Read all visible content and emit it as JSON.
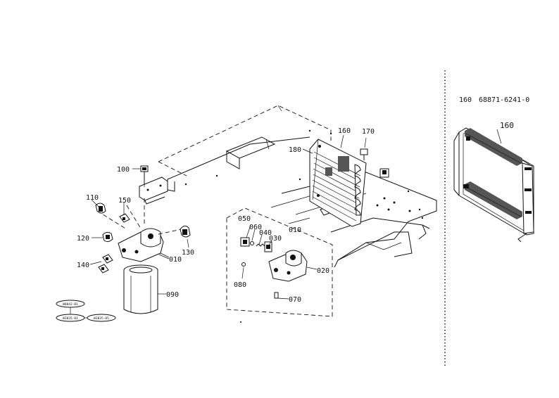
{
  "header": {
    "part_number_label": "160",
    "part_number": "68871-6241-0"
  },
  "callouts": {
    "c010_left": "010",
    "c010_main": "010",
    "c020": "020",
    "c030": "030",
    "c040": "040",
    "c050": "050",
    "c060": "060",
    "c070": "070",
    "c080": "080",
    "c090": "090",
    "c100": "100",
    "c110": "110",
    "c120": "120",
    "c130": "130",
    "c140": "140",
    "c150": "150",
    "c160_main": "160",
    "c160_detail": "160",
    "c170": "170",
    "c180": "180"
  },
  "serial_badges": [
    {
      "text": "W0042-01"
    },
    {
      "text": "W3035-01"
    },
    {
      "text": "W3035-05"
    }
  ]
}
